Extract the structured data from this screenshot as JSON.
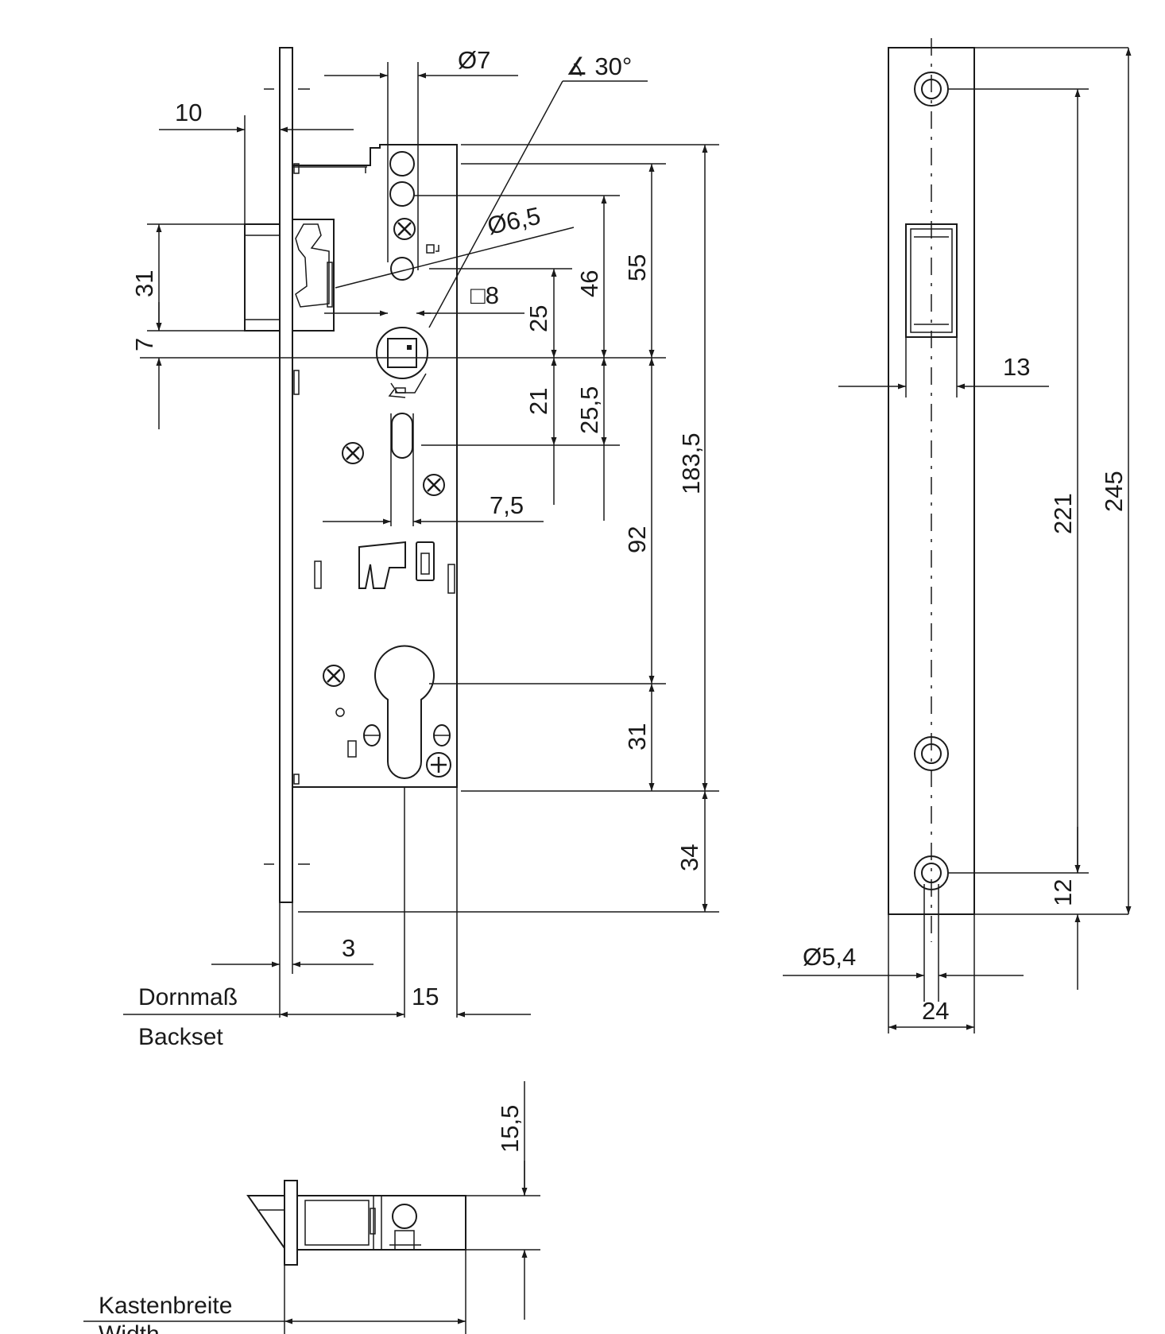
{
  "front_view": {
    "dimensions": {
      "pin_diameter": "Ø7",
      "angle": "∡ 30°",
      "bolt_projection": "10",
      "hole_diameter": "Ø6,5",
      "bolt_height": "31",
      "bolt_offset": "7",
      "square_spindle": "□8",
      "d_46": "46",
      "d_55": "55",
      "d_25": "25",
      "d_21": "21",
      "d_25_5": "25,5",
      "d_183_5": "183,5",
      "d_7_5": "7,5",
      "d_92": "92",
      "d_31_cyl": "31",
      "d_34": "34",
      "faceplate_thickness": "3",
      "backset_extra": "15"
    },
    "labels": {
      "backset_de": "Dornmaß",
      "backset_en": "Backset"
    }
  },
  "side_view": {
    "dimensions": {
      "d_13": "13",
      "d_221": "221",
      "d_245": "245",
      "d_12": "12",
      "screw_hole_diameter": "Ø5,4",
      "faceplate_width": "24"
    }
  },
  "top_view": {
    "dimensions": {
      "d_15_5": "15,5"
    },
    "labels": {
      "width_de": "Kastenbreite",
      "width_en": "Width"
    }
  }
}
